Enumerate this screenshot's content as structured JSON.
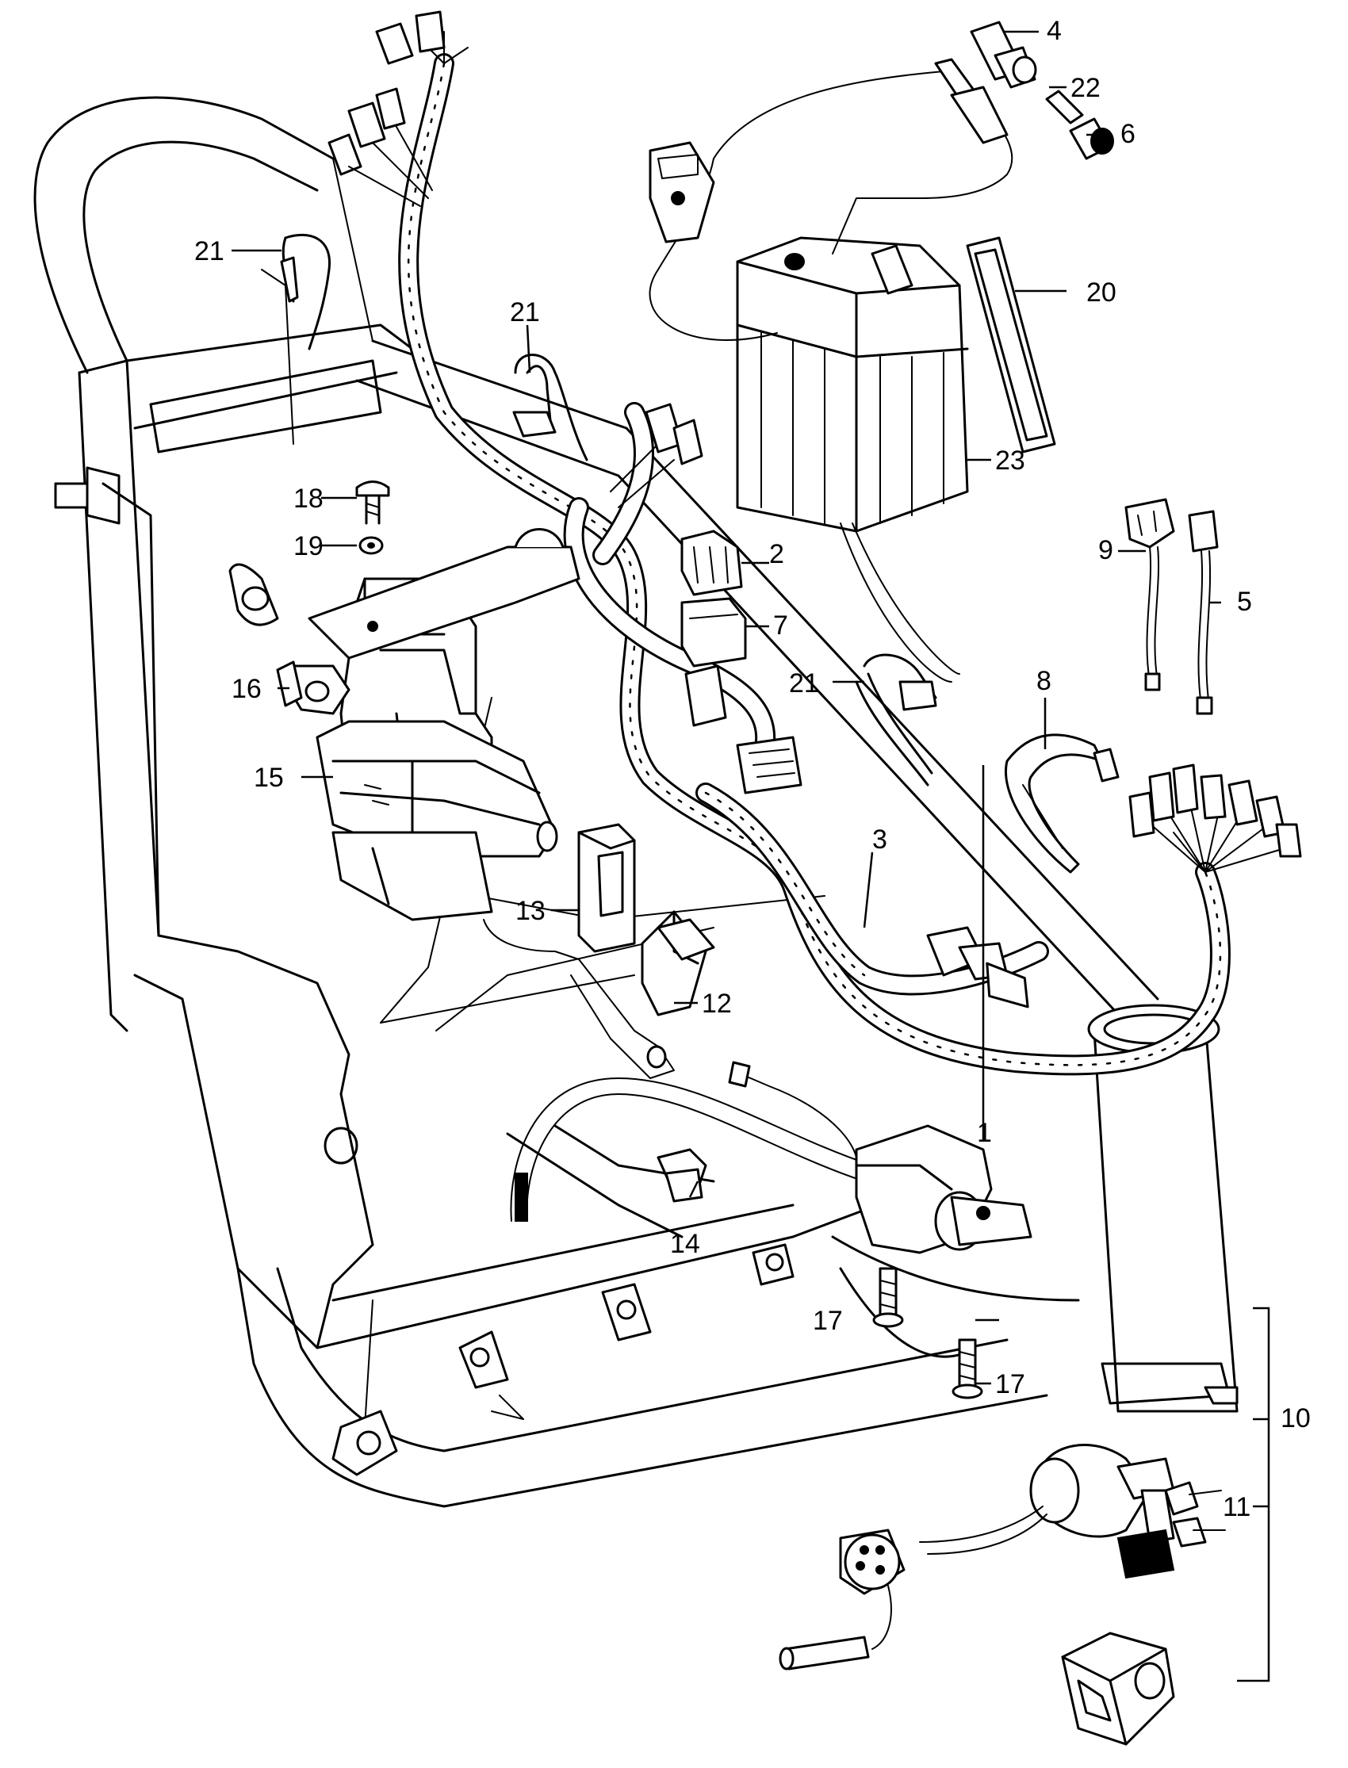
{
  "callouts": [
    {
      "key": "c1",
      "text": "1"
    },
    {
      "key": "c2",
      "text": "2"
    },
    {
      "key": "c3",
      "text": "3"
    },
    {
      "key": "c4",
      "text": "4"
    },
    {
      "key": "c5",
      "text": "5"
    },
    {
      "key": "c6",
      "text": "6"
    },
    {
      "key": "c7",
      "text": "7"
    },
    {
      "key": "c8",
      "text": "8"
    },
    {
      "key": "c9",
      "text": "9"
    },
    {
      "key": "c10",
      "text": "10"
    },
    {
      "key": "c11",
      "text": "11"
    },
    {
      "key": "c12",
      "text": "12"
    },
    {
      "key": "c13",
      "text": "13"
    },
    {
      "key": "c14",
      "text": "14"
    },
    {
      "key": "c15",
      "text": "15"
    },
    {
      "key": "c16",
      "text": "16"
    },
    {
      "key": "c17a",
      "text": "17"
    },
    {
      "key": "c17b",
      "text": "17"
    },
    {
      "key": "c18",
      "text": "18"
    },
    {
      "key": "c19",
      "text": "19"
    },
    {
      "key": "c20",
      "text": "20"
    },
    {
      "key": "c21a",
      "text": "21"
    },
    {
      "key": "c21b",
      "text": "21"
    },
    {
      "key": "c21c",
      "text": "21"
    },
    {
      "key": "c22",
      "text": "22"
    },
    {
      "key": "c23",
      "text": "23"
    }
  ],
  "colors": {
    "ink": "#000000",
    "paper": "#ffffff"
  }
}
